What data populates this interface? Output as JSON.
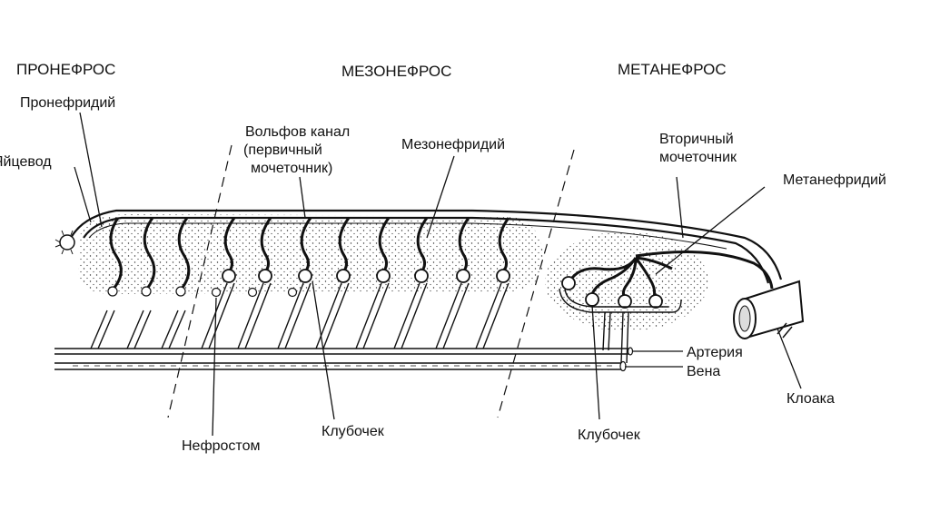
{
  "diagram": {
    "sections": {
      "pronephros": "ПРОНЕФРОС",
      "mesonephros": "МЕЗОНЕФРОС",
      "metanephros": "МЕТАНЕФРОС"
    },
    "labels": {
      "pronephridium": "Пронефридий",
      "oviduct": "Яйцевод",
      "wolffian_duct_line1": "Вольфов канал",
      "wolffian_duct_line2": "(первичный",
      "wolffian_duct_line3": "мочеточник)",
      "mesonephridium": "Мезонефридий",
      "secondary_ureter_line1": "Вторичный",
      "secondary_ureter_line2": "мочеточник",
      "metanephridium": "Метанефридий",
      "artery": "Артерия",
      "vein": "Вена",
      "cloaca": "Клоака",
      "nephrostome": "Нефростом",
      "glomerulus_meso": "Клубочек",
      "glomerulus_meta": "Клубочек"
    }
  }
}
